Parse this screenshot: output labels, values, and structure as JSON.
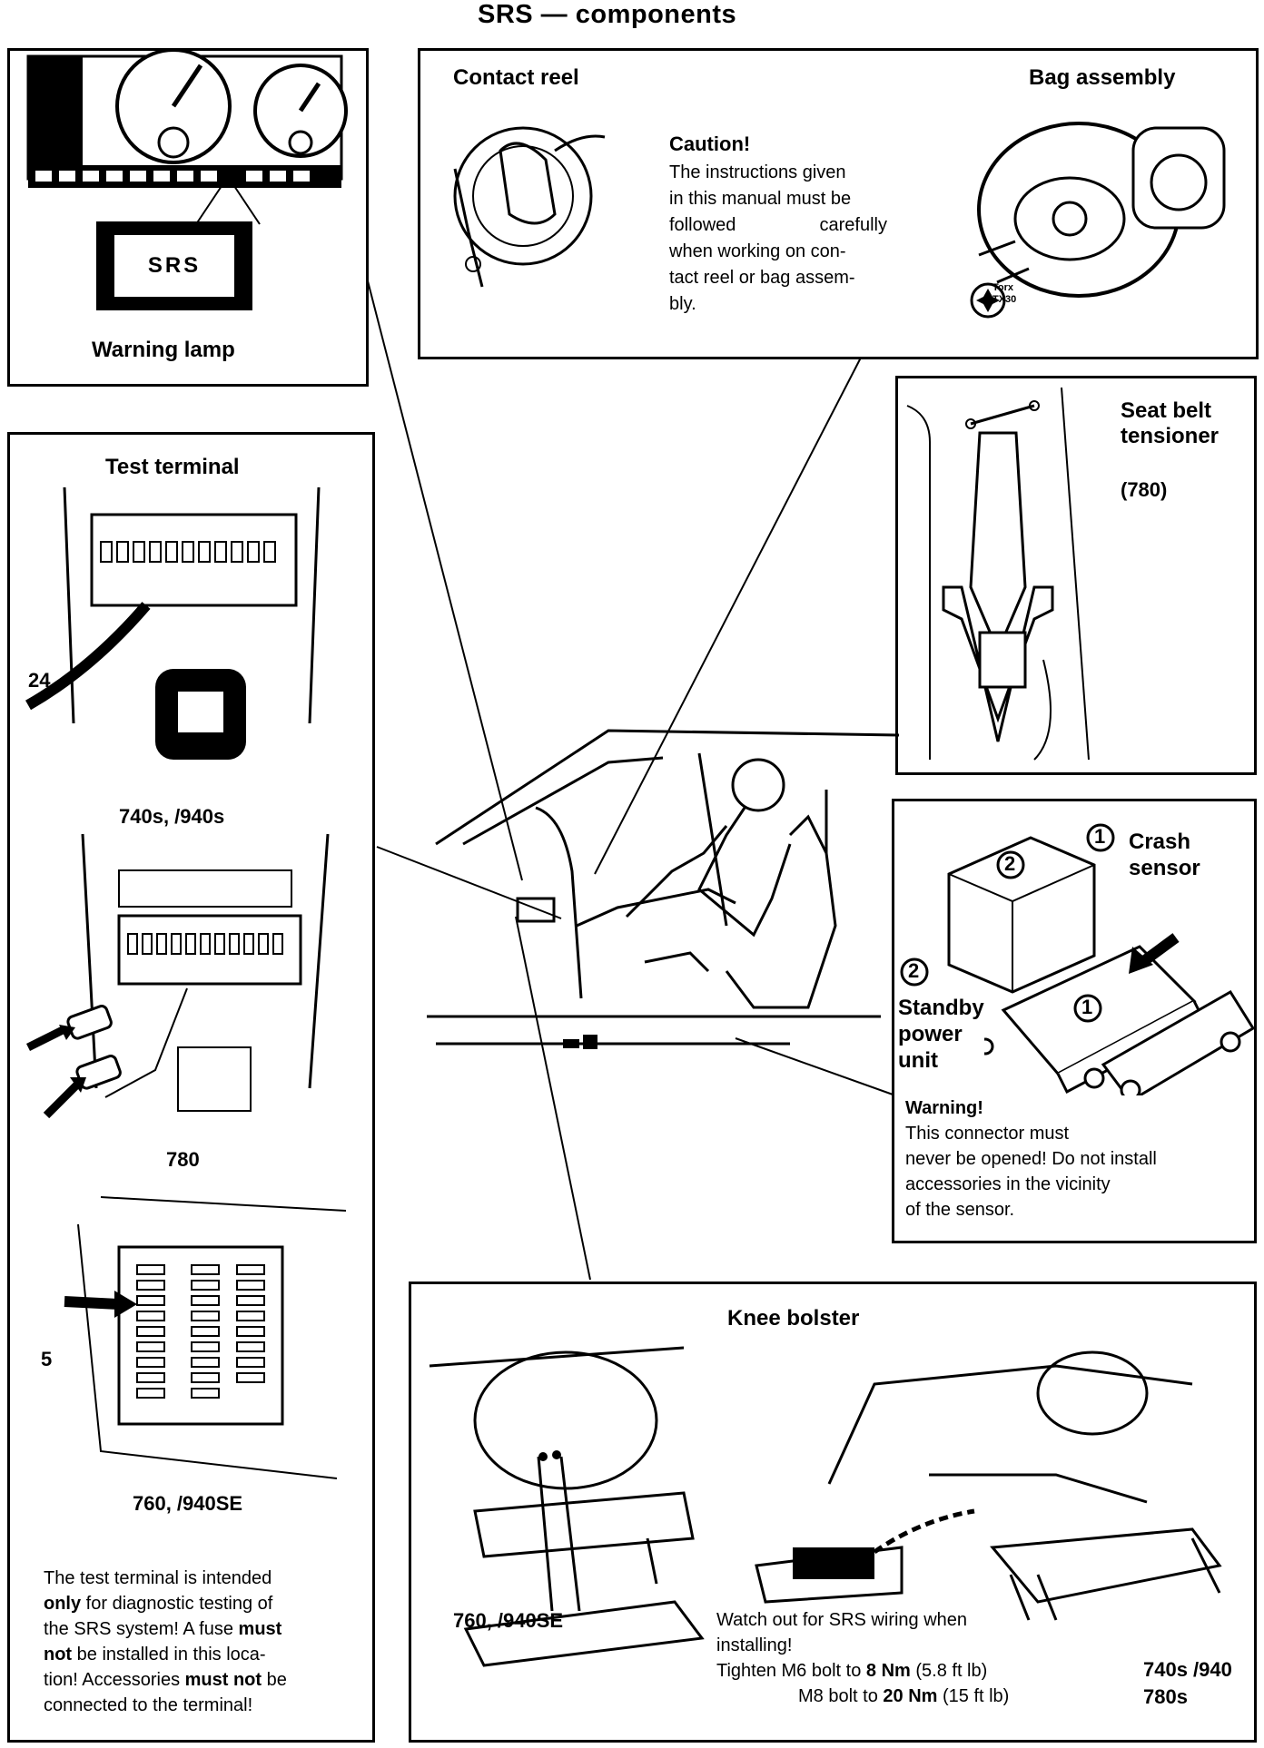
{
  "page_title": "SRS — components",
  "warning_lamp": {
    "indicator_text": "SRS",
    "caption": "Warning lamp"
  },
  "contact_reel": {
    "label": "Contact reel"
  },
  "bag_assembly": {
    "label": "Bag assembly",
    "torx_line1": "Torx",
    "torx_line2": "TX30"
  },
  "caution": {
    "heading": "Caution!",
    "lines": [
      "The instructions given",
      "in this manual must be",
      "followed carefully",
      "when working on con-",
      "tact reel or bag assem-",
      "bly."
    ]
  },
  "seat_belt": {
    "line1": "Seat belt",
    "line2": "tensioner",
    "model": "(780)"
  },
  "crash_sensor": {
    "num1": "1",
    "line1": "Crash",
    "line2": "sensor",
    "num2": "2",
    "standby1": "Standby",
    "standby2": "power",
    "standby3": "unit",
    "warning_heading": "Warning!",
    "warning_lines": [
      "This connector must",
      "never be opened! Do not install",
      "accessories in the vicinity",
      "of the sensor."
    ]
  },
  "test_terminal": {
    "heading": "Test terminal",
    "callout_24": "24",
    "model_740": "740s, /940s",
    "model_780": "780",
    "callout_5": "5",
    "model_760": "760, /940SE",
    "note": [
      {
        "parts": [
          {
            "t": "The test terminal is intended",
            "b": false
          }
        ]
      },
      {
        "parts": [
          {
            "t": "only",
            "b": true
          },
          {
            "t": " for diagnostic testing of",
            "b": false
          }
        ]
      },
      {
        "parts": [
          {
            "t": "the SRS system! A fuse ",
            "b": false
          },
          {
            "t": "must",
            "b": true
          }
        ]
      },
      {
        "parts": [
          {
            "t": "not",
            "b": true
          },
          {
            "t": " be installed in this loca-",
            "b": false
          }
        ]
      },
      {
        "parts": [
          {
            "t": "tion! Accessories ",
            "b": false
          },
          {
            "t": "must not",
            "b": true
          },
          {
            "t": " be",
            "b": false
          }
        ]
      },
      {
        "parts": [
          {
            "t": "connected to the terminal!",
            "b": false
          }
        ]
      }
    ]
  },
  "knee_bolster": {
    "heading": "Knee bolster",
    "model_760": "760, /940SE",
    "watch_line1": "Watch out for SRS wiring when",
    "watch_line2": "installing!",
    "torque1_pre": "Tighten M6 bolt to ",
    "torque1_val": "8 Nm",
    "torque1_post": " (5.8 ft lb)",
    "torque2_pre": "M8 bolt to ",
    "torque2_val": "20 Nm",
    "torque2_post": " (15 ft lb)",
    "model_740": "740s /940",
    "model_780": "780s"
  }
}
